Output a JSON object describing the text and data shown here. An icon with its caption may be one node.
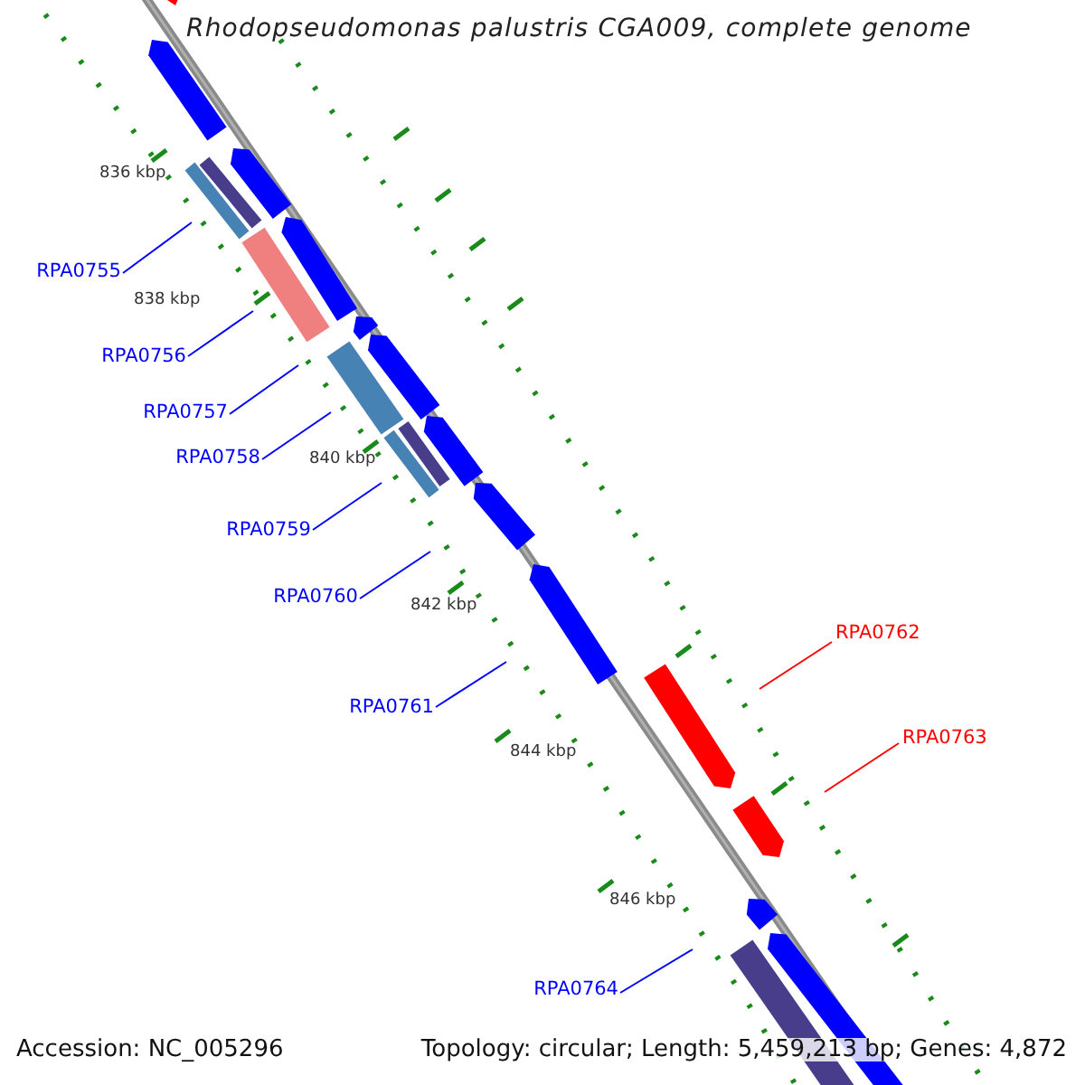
{
  "diagram": {
    "title": "Rhodopseudomonas palustris CGA009, complete genome",
    "nodes": [
      {
        "text": [
          "RPA0755"
        ]
      },
      {
        "text": [
          "RPA0756"
        ]
      },
      {
        "text": [
          "RPA0757"
        ]
      },
      {
        "text": [
          "RPA0758"
        ]
      },
      {
        "text": [
          "RPA0759"
        ]
      },
      {
        "text": [
          "RPA0760"
        ]
      },
      {
        "text": [
          "RPA0761"
        ]
      },
      {
        "text": [
          "RPA0762"
        ]
      },
      {
        "text": [
          "RPA0763"
        ]
      },
      {
        "text": [
          "RPA0764"
        ]
      }
    ],
    "edges": [
      {
        "from": 0,
        "to": null,
        "arrow": "none"
      },
      {
        "from": 1,
        "to": null,
        "arrow": "none"
      },
      {
        "from": 2,
        "to": null,
        "arrow": "none"
      },
      {
        "from": 3,
        "to": null,
        "arrow": "none"
      },
      {
        "from": 4,
        "to": null,
        "arrow": "none"
      },
      {
        "from": 5,
        "to": null,
        "arrow": "none"
      },
      {
        "from": 6,
        "to": null,
        "arrow": "none"
      },
      {
        "from": 7,
        "to": null,
        "arrow": "none",
        "color": "#ff0000"
      },
      {
        "from": 8,
        "to": null,
        "arrow": "none",
        "color": "#ff0000"
      },
      {
        "from": 9,
        "to": null,
        "arrow": "none"
      }
    ],
    "labels": [
      "836 kbp",
      "838 kbp",
      "840 kbp",
      "842 kbp",
      "844 kbp",
      "846 kbp",
      "Accession: NC_005296",
      "Topology: circular; Length: 5,459,213 bp; Genes: 4,872"
    ]
  }
}
